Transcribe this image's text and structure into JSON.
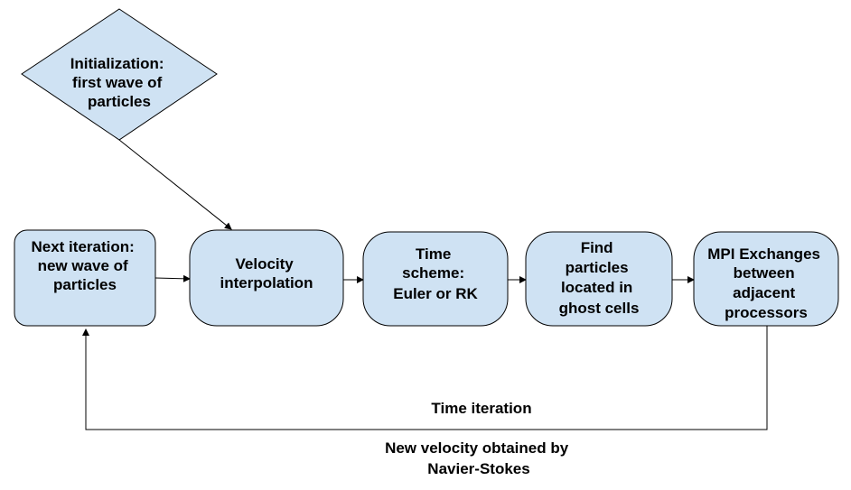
{
  "colors": {
    "node_fill": "#cfe2f3",
    "stroke": "#000000",
    "background": "#ffffff"
  },
  "nodes": {
    "init": {
      "lines": [
        "Initialization:",
        "first wave of",
        "particles"
      ]
    },
    "next": {
      "lines": [
        "Next iteration:",
        "new wave of",
        "particles"
      ]
    },
    "velocity": {
      "lines": [
        "Velocity",
        "interpolation"
      ]
    },
    "time": {
      "lines": [
        "Time",
        "scheme:",
        "Euler or RK"
      ]
    },
    "find": {
      "lines": [
        "Find",
        "particles",
        "located in",
        "ghost cells"
      ]
    },
    "mpi": {
      "lines": [
        "MPI Exchanges",
        "between",
        "adjacent",
        "processors"
      ]
    }
  },
  "labels": {
    "time_iteration": "Time iteration",
    "new_velocity": [
      "New velocity obtained by",
      "Navier-Stokes"
    ]
  }
}
